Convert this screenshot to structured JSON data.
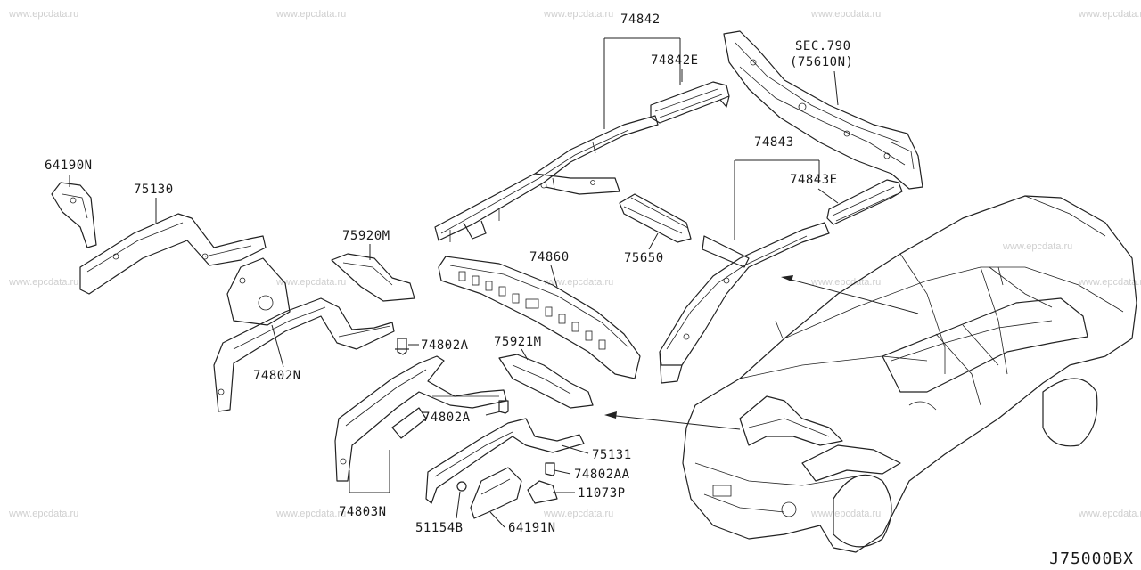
{
  "diagram_code": "J75000BX",
  "watermark_text": "www.epcdata.ru",
  "parts": [
    {
      "id": "p74842",
      "label": "74842"
    },
    {
      "id": "p74842E",
      "label": "74842E"
    },
    {
      "id": "psec",
      "label": "SEC.790"
    },
    {
      "id": "psec2",
      "label": "(75610N)"
    },
    {
      "id": "p64190N",
      "label": "64190N"
    },
    {
      "id": "p75130",
      "label": "75130"
    },
    {
      "id": "p74843",
      "label": "74843"
    },
    {
      "id": "p74843E",
      "label": "74843E"
    },
    {
      "id": "p75920M",
      "label": "75920M"
    },
    {
      "id": "p74860",
      "label": "74860"
    },
    {
      "id": "p75650",
      "label": "75650"
    },
    {
      "id": "p74802A1",
      "label": "74802A"
    },
    {
      "id": "p74802N",
      "label": "74802N"
    },
    {
      "id": "p75921M",
      "label": "75921M"
    },
    {
      "id": "p74802A2",
      "label": "74802A"
    },
    {
      "id": "p75131",
      "label": "75131"
    },
    {
      "id": "p74802AA",
      "label": "74802AA"
    },
    {
      "id": "p11073P",
      "label": "11073P"
    },
    {
      "id": "p74803N",
      "label": "74803N"
    },
    {
      "id": "p51154B",
      "label": "51154B"
    },
    {
      "id": "p64191N",
      "label": "64191N"
    }
  ]
}
